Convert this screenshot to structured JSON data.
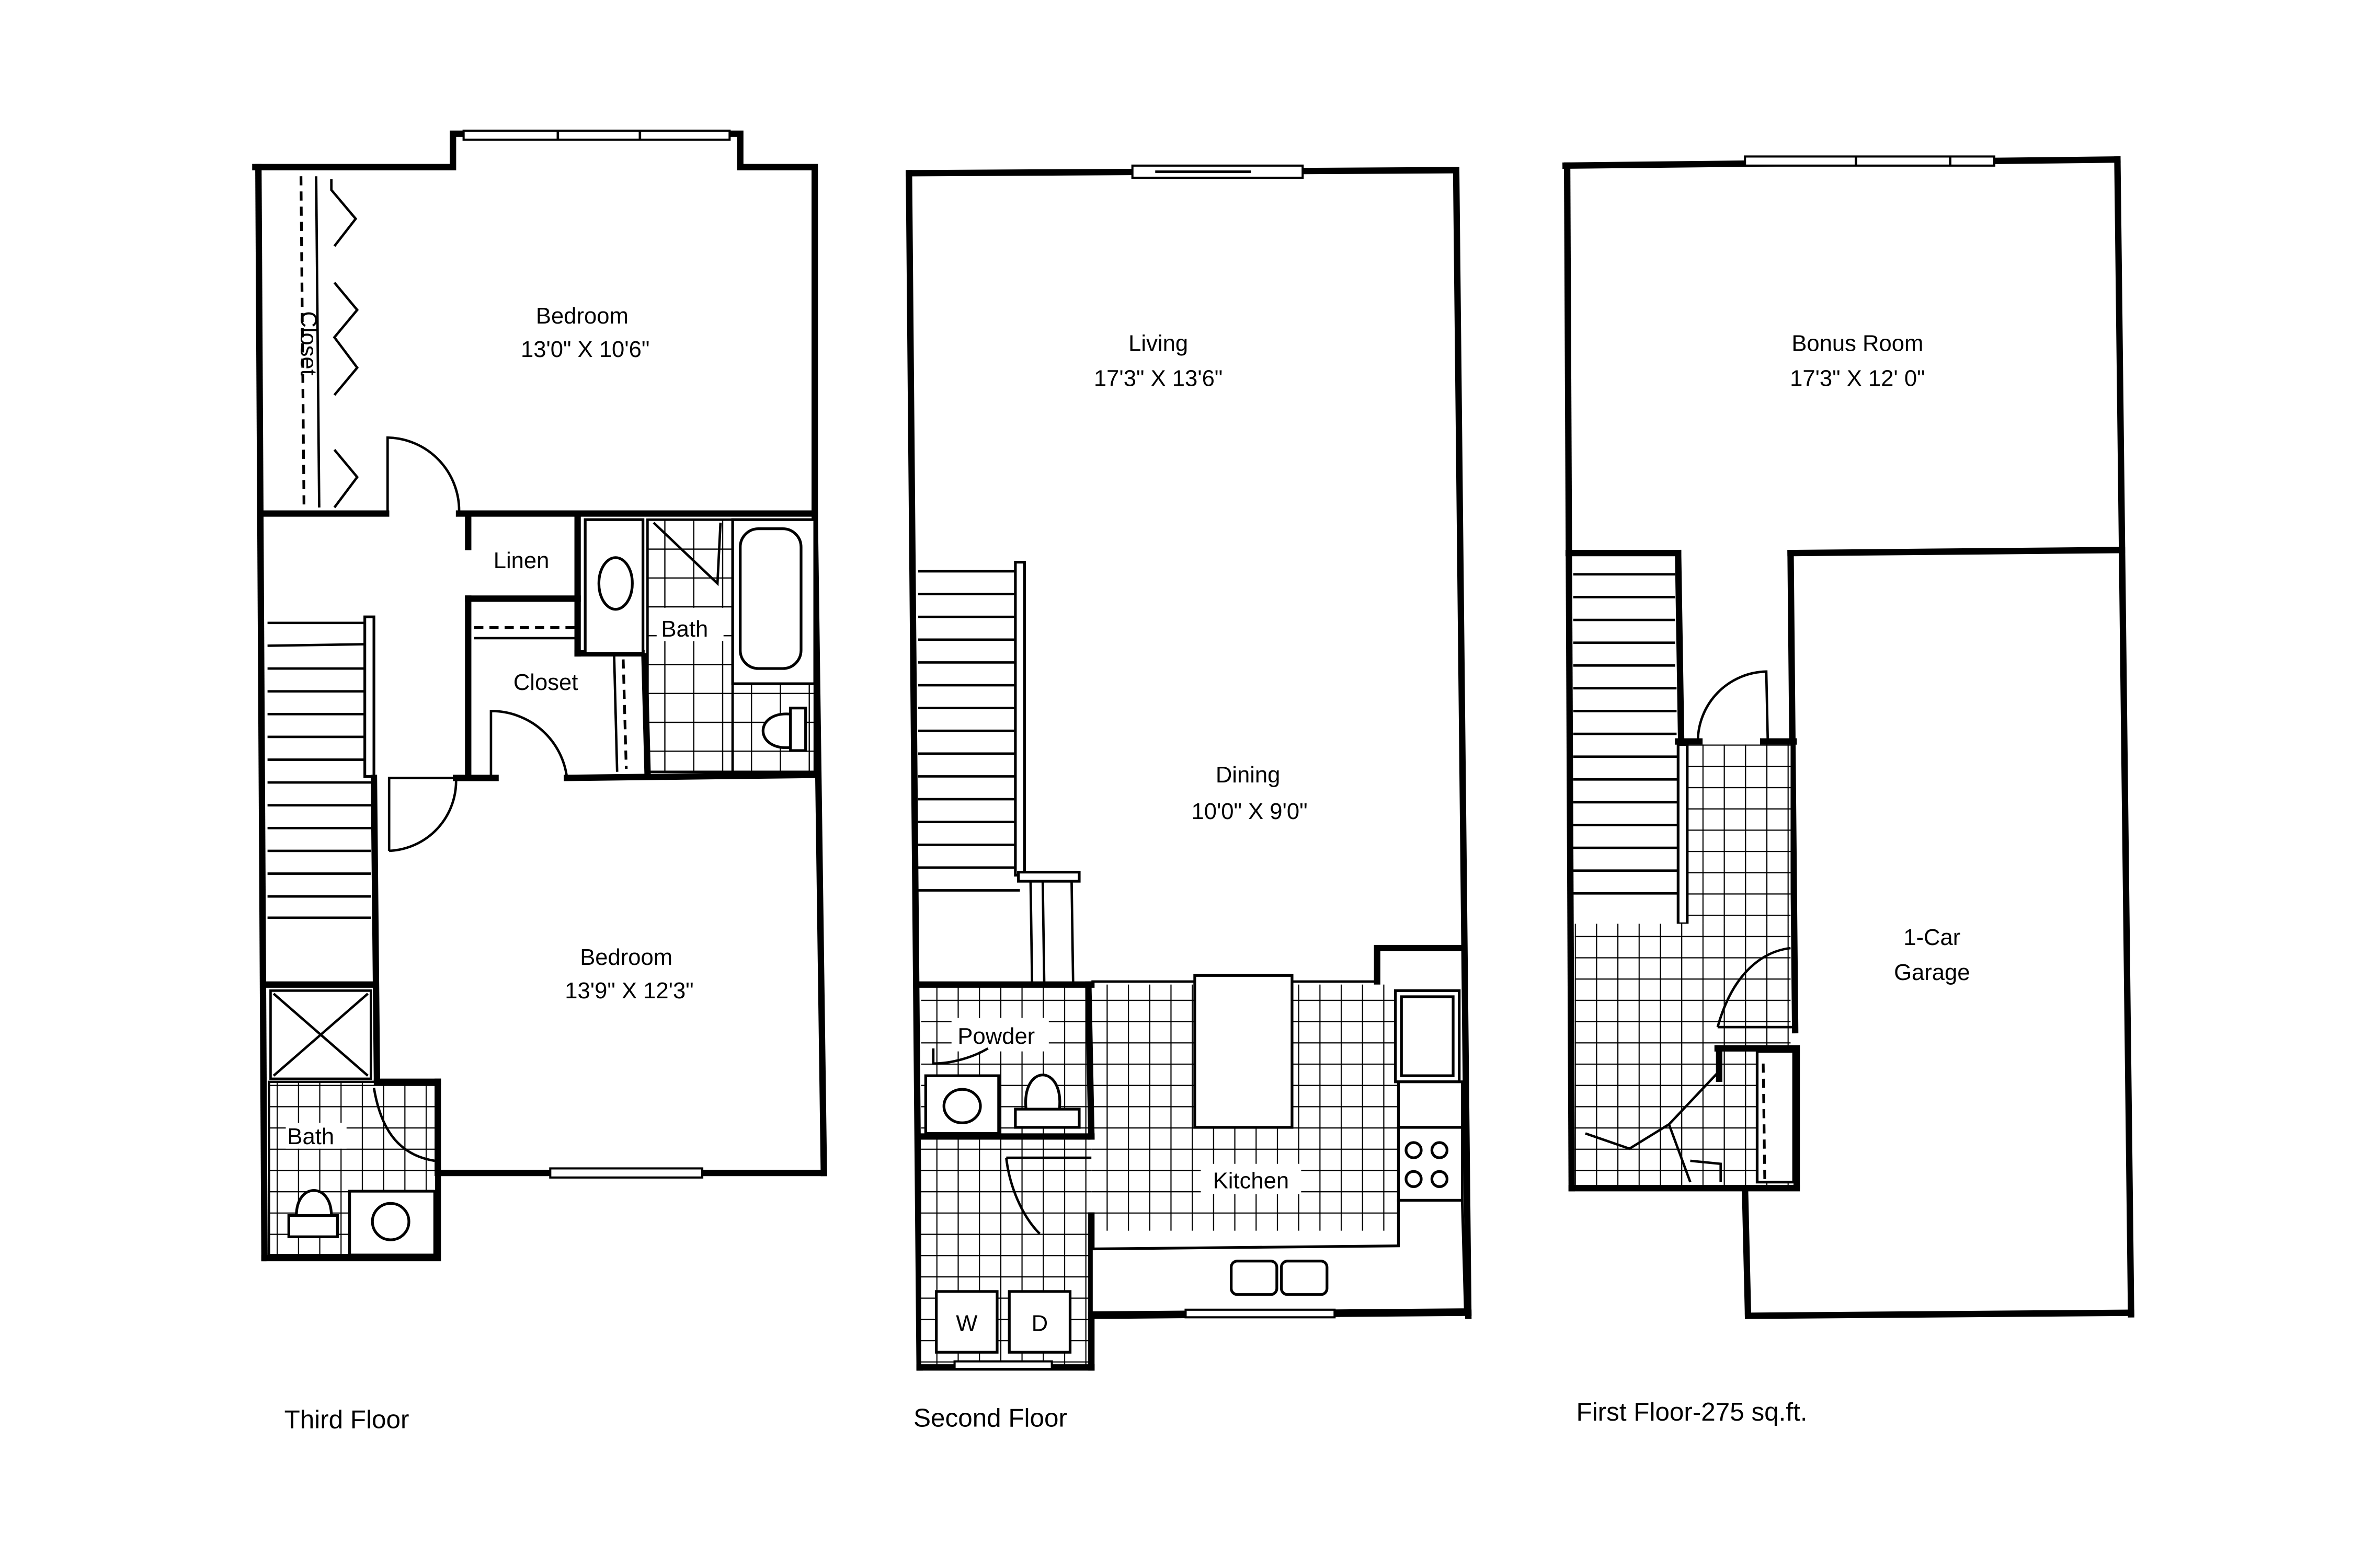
{
  "floors": [
    {
      "id": "third",
      "caption": "Third Floor",
      "rooms": [
        {
          "name": "Bedroom",
          "dims": "13'0\" X 10'6\""
        },
        {
          "name": "Bedroom",
          "dims": "13'9\" X 12'3\""
        },
        {
          "name": "Closet"
        },
        {
          "name": "Linen"
        },
        {
          "name": "Closet"
        },
        {
          "name": "Bath"
        },
        {
          "name": "Bath"
        }
      ]
    },
    {
      "id": "second",
      "caption": "Second Floor",
      "rooms": [
        {
          "name": "Living",
          "dims": "17'3\" X 13'6\""
        },
        {
          "name": "Dining",
          "dims": "10'0\" X 9'0\""
        },
        {
          "name": "Powder"
        },
        {
          "name": "Kitchen"
        }
      ],
      "appliances": {
        "washer": "W",
        "dryer": "D"
      }
    },
    {
      "id": "first",
      "caption": "First Floor-275 sq.ft.",
      "rooms": [
        {
          "name": "Bonus Room",
          "dims": "17'3\" X 12' 0\""
        },
        {
          "name": "1-Car",
          "name2": "Garage"
        }
      ]
    }
  ],
  "colors": {
    "ink": "#000000",
    "paper": "#ffffff"
  }
}
